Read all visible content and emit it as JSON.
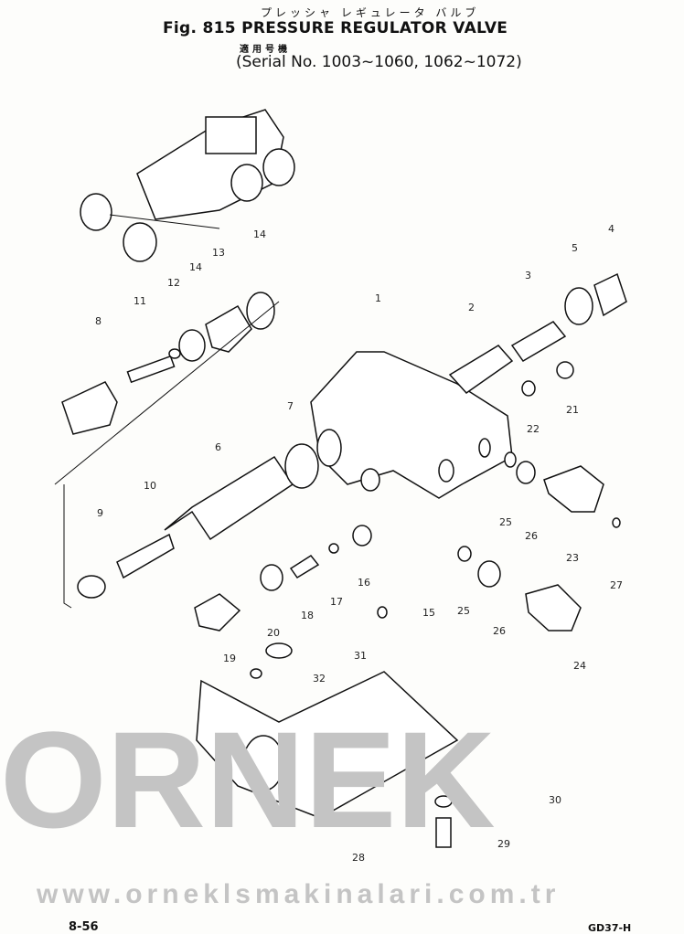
{
  "header": {
    "japanese_title": "プレッシャ レギュレータ バルブ",
    "title": "Fig. 815 PRESSURE REGULATOR VALVE",
    "applicable_label": "適用号機",
    "serial": "(Serial No. 1003~1060, 1062~1072)"
  },
  "watermark": {
    "brand": "ORNEK",
    "url": "www.orneklsmakinalari.com.tr"
  },
  "callouts": [
    "1",
    "2",
    "3",
    "4",
    "5",
    "6",
    "7",
    "8",
    "9",
    "10",
    "11",
    "12",
    "13",
    "14",
    "14",
    "15",
    "16",
    "17",
    "18",
    "19",
    "20",
    "21",
    "22",
    "23",
    "24",
    "25",
    "25",
    "26",
    "26",
    "27",
    "28",
    "29",
    "30",
    "31",
    "32"
  ],
  "footer": {
    "page": "8-56",
    "model": "GD37-H"
  }
}
